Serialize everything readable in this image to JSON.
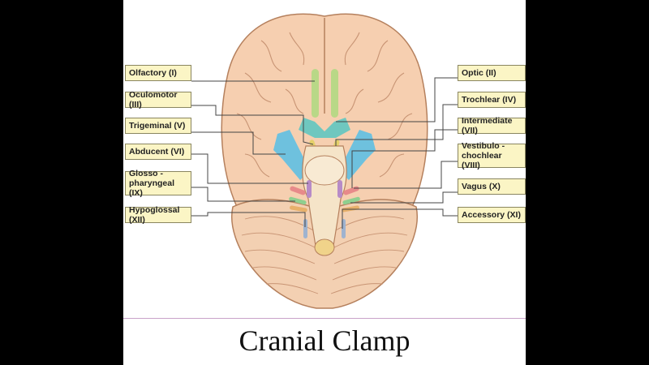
{
  "slide": {
    "title": "Cranial Clamp"
  },
  "colors": {
    "label_fill": "#fbf5c5",
    "cerebrum": "#f6cfb0",
    "brainstem": "#f5e4c8",
    "olfactory": "#b9d887",
    "optic": "#6fc7bf",
    "trigeminal_root": "#6ec1de",
    "cerebellum": "#f3d0b2",
    "caption_rule": "#c9a3c9"
  },
  "labels": {
    "left": [
      {
        "key": "olfactory",
        "text": "Olfactory (I)"
      },
      {
        "key": "oculomotor",
        "text": "Oculomotor (III)"
      },
      {
        "key": "trigeminal",
        "text": "Trigeminal (V)"
      },
      {
        "key": "abducent",
        "text": "Abducent (VI)"
      },
      {
        "key": "glossopharyngeal",
        "text": "Glosso -\npharyngeal (IX)"
      },
      {
        "key": "hypoglossal",
        "text": "Hypoglossal (XII)"
      }
    ],
    "right": [
      {
        "key": "optic",
        "text": "Optic (II)"
      },
      {
        "key": "trochlear",
        "text": "Trochlear (IV)"
      },
      {
        "key": "intermediate",
        "text": "Intermediate (VII)"
      },
      {
        "key": "vestibulocochlear",
        "text": "Vestibulo -\nchochlear (VIII)"
      },
      {
        "key": "vagus",
        "text": "Vagus (X)"
      },
      {
        "key": "accessory",
        "text": "Accessory (XI)"
      }
    ]
  }
}
